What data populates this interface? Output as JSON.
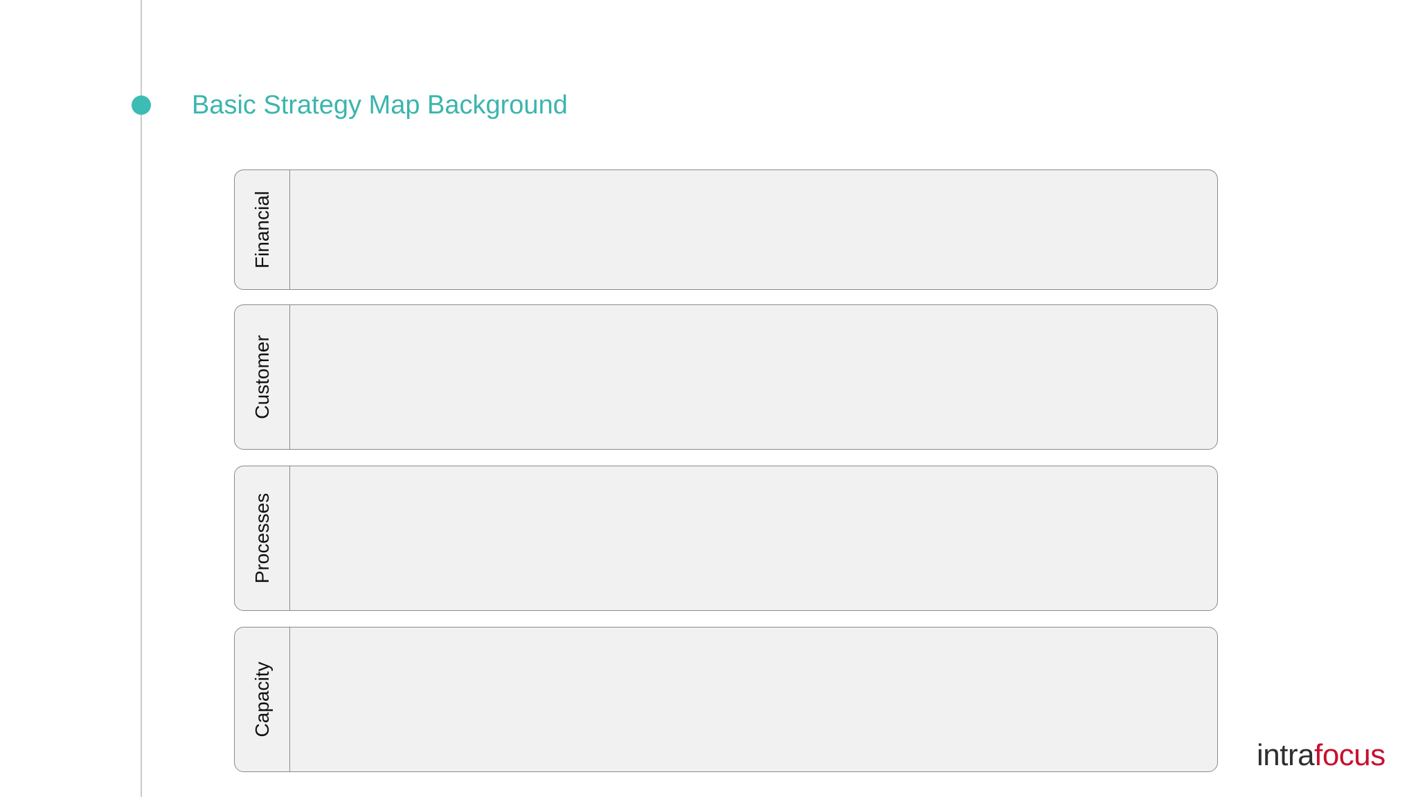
{
  "title": "Basic Strategy Map Background",
  "perspectives": [
    {
      "label": "Financial"
    },
    {
      "label": "Customer"
    },
    {
      "label": "Processes"
    },
    {
      "label": "Capacity"
    }
  ],
  "logo": {
    "part1": "intra",
    "part2": "focus",
    "colors": {
      "part1": "#2f2f2f",
      "part2": "#c8102e"
    }
  },
  "colors": {
    "accent": "#3bbcb4",
    "band_fill": "#f1f1f2",
    "band_border": "#8a8a8a"
  }
}
